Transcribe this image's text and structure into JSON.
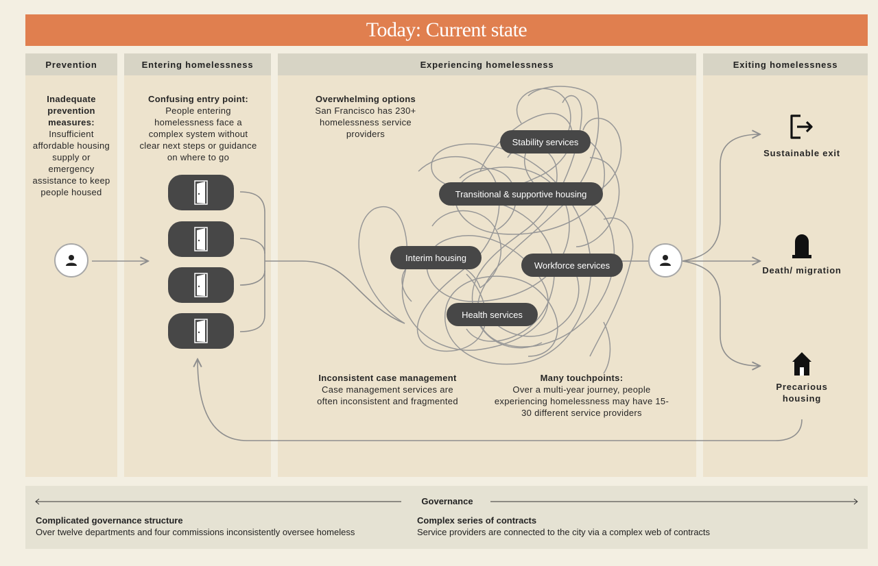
{
  "banner": {
    "title": "Today: Current state"
  },
  "columns": {
    "prevention": {
      "header": "Prevention",
      "note_title": "Inadequate prevention measures:",
      "note_body": "Insufficient affordable housing supply or emergency assistance to keep people housed"
    },
    "entering": {
      "header": "Entering homelessness",
      "note_title": "Confusing entry point:",
      "note_body": "People entering homelessness face a complex system without clear next steps or guidance on where to go"
    },
    "experiencing": {
      "header": "Experiencing homelessness",
      "options_title": "Overwhelming options",
      "options_body": "San Francisco has 230+ homelessness service providers",
      "case_title": "Inconsistent case management",
      "case_body": "Case management services are often inconsistent and fragmented",
      "touch_title": "Many touchpoints:",
      "touch_body": "Over a multi-year journey, people experiencing homelessness may have 15-30 different service providers"
    },
    "exiting": {
      "header": "Exiting homelessness",
      "exits": [
        {
          "label": "Sustainable exit",
          "icon": "exit-door-icon"
        },
        {
          "label": "Death/ migration",
          "icon": "tombstone-icon"
        },
        {
          "label": "Precarious housing",
          "icon": "house-icon"
        }
      ]
    }
  },
  "services": [
    "Stability services",
    "Transitional & supportive housing",
    "Interim housing",
    "Workforce services",
    "Health services"
  ],
  "entry_doors": [
    "door-icon",
    "door-icon",
    "door-icon",
    "door-icon"
  ],
  "governance": {
    "title": "Governance",
    "left_title": "Complicated governance structure",
    "left_body": "Over twelve departments and four commissions inconsistently oversee homeless",
    "right_title": "Complex series of contracts",
    "right_body": "Service providers are connected to the city via a complex web of contracts"
  },
  "colors": {
    "banner": "#e07f4f",
    "column_bg": "#ede3cd",
    "column_header": "#d7d4c5",
    "pill": "#474747",
    "line": "#8e8e8e",
    "page_bg": "#f3efe2"
  }
}
